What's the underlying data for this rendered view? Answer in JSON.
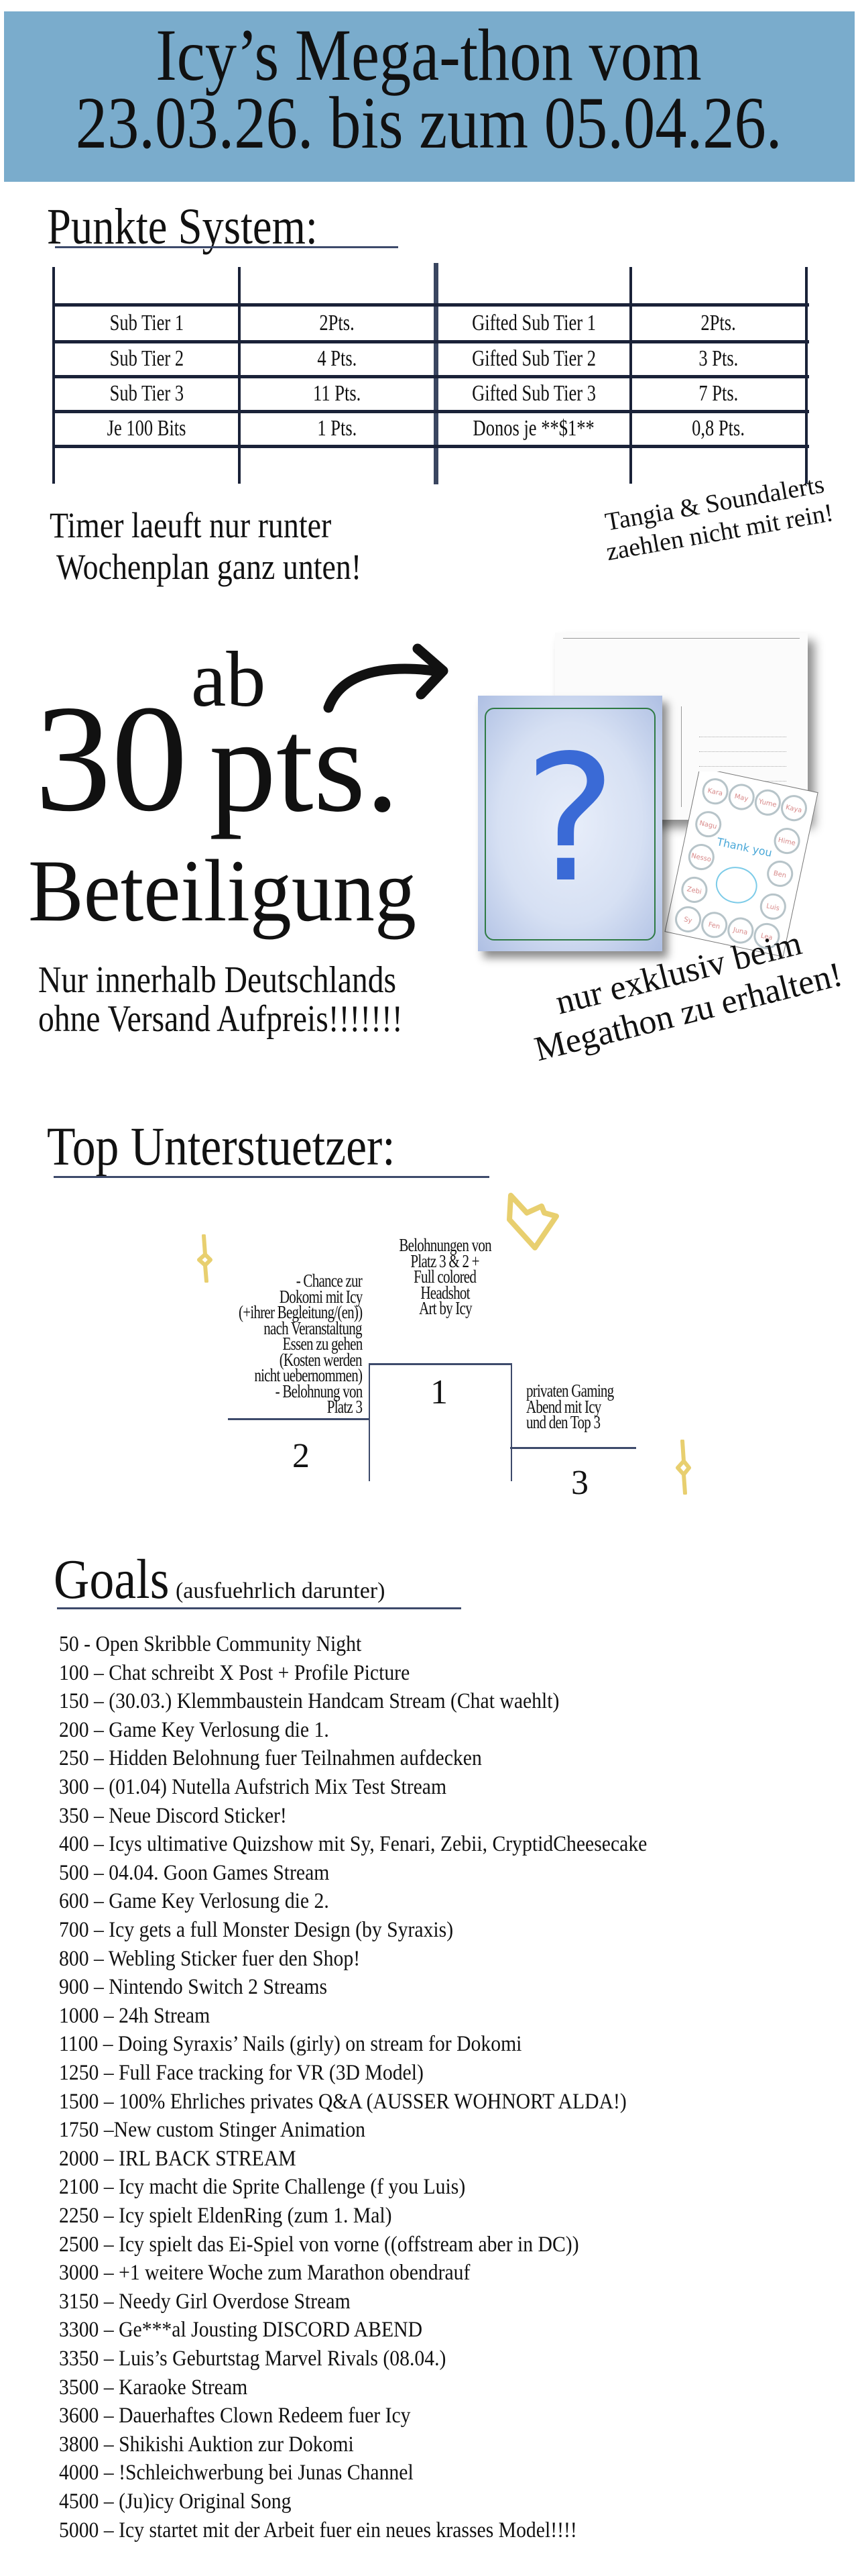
{
  "header": {
    "title_line1": "Icy’s Mega-thon vom",
    "title_line2": "23.03.26. bis zum 05.04.26.",
    "bg_color": "#7aaccc"
  },
  "points": {
    "heading": "Punkte System:",
    "rows": [
      [
        "Sub Tier 1",
        "2Pts.",
        "Gifted Sub Tier 1",
        "2Pts."
      ],
      [
        "Sub Tier 2",
        "4 Pts.",
        "Gifted Sub Tier 2",
        "3 Pts."
      ],
      [
        "Sub Tier 3",
        "11 Pts.",
        "Gifted Sub Tier 3",
        "7 Pts."
      ],
      [
        "Je 100  Bits",
        "1 Pts.",
        "Donos je **$1**",
        "0,8 Pts."
      ]
    ],
    "note_line1": "Timer laeuft nur runter",
    "note_line2": "Wochenplan ganz unten!",
    "side_note_line1": "Tangia & Soundalerts",
    "side_note_line2": "zaehlen nicht mit rein!"
  },
  "reward": {
    "prefix": "ab",
    "amount": "30",
    "unit": "pts.",
    "label": "Beteiligung",
    "shipping_line1": "Nur innerhalb Deutschlands",
    "shipping_line2": "ohne Versand Aufpreis!!!!!!!",
    "exclusive_line1": "nur exklusiv beim",
    "exclusive_line2": "Megathon zu erhalten!",
    "card_symbol": "?",
    "sticker_title": "Thank you",
    "sticker_names": [
      "Kara",
      "May",
      "Yume",
      "Kaya",
      "Nagu",
      "Hime",
      "Nesso",
      "Ben",
      "Zebi",
      "Luis",
      "Sy",
      "Fen",
      "Juna",
      "Lea"
    ]
  },
  "top_supporters": {
    "heading": "Top Unterstuetzer:",
    "place1": {
      "number": "1",
      "reward_lines": [
        "Belohnungen von",
        "Platz 3 & 2 +",
        "Full colored",
        "Headshot",
        "Art by Icy"
      ]
    },
    "place2": {
      "number": "2",
      "reward_lines": [
        "- Chance zur",
        "Dokomi mit Icy",
        "(+ihrer Begleitung/(en))",
        "nach Veranstaltung",
        "Essen zu gehen",
        "(Kosten werden",
        "nicht uebernommen)",
        "- Belohnung von",
        "Platz 3"
      ]
    },
    "place3": {
      "number": "3",
      "reward_lines": [
        "privaten Gaming",
        "Abend mit Icy",
        "und den Top 3"
      ]
    },
    "accent_color": "#e8cf6f"
  },
  "goals": {
    "heading": "Goals",
    "subheading": "(ausfuehrlich darunter)",
    "items": [
      "50 - Open Skribble Community Night",
      "100 – Chat schreibt X Post + Profile Picture",
      "150 – (30.03.) Klemmbaustein Handcam Stream (Chat waehlt)",
      "200 – Game Key Verlosung die 1.",
      "250 – Hidden Belohnung fuer Teilnahmen aufdecken",
      "300 – (01.04) Nutella Aufstrich Mix Test Stream",
      "350 – Neue Discord Sticker!",
      "400 – Icys ultimative Quizshow mit Sy, Fenari, Zebii, CryptidCheesecake",
      "500 – 04.04. Goon Games Stream",
      "600 – Game Key Verlosung die 2.",
      "700 – Icy gets a full Monster Design (by Syraxis)",
      "800 – Webling Sticker fuer den Shop!",
      "900 – Nintendo Switch 2 Streams",
      "1000 – 24h Stream",
      "1100 – Doing Syraxis’ Nails (girly) on stream for Dokomi",
      "1250 – Full Face tracking for VR (3D Model)",
      "1500 – 100% Ehrliches privates Q&A (AUSSER WOHNORT ALDA!)",
      "1750 –New custom Stinger Animation",
      "2000 – IRL BACK STREAM",
      "2100 – Icy macht die Sprite Challenge (f you Luis)",
      "2250 – Icy spielt EldenRing (zum 1. Mal)",
      "2500 – Icy spielt das Ei-Spiel von vorne ((offstream aber in DC))",
      "3000 – +1 weitere Woche zum Marathon obendrauf",
      "3150 – Needy Girl Overdose Stream",
      "3300 – Ge***al Jousting DISCORD ABEND",
      "3350 – Luis’s Geburtstag Marvel Rivals (08.04.)",
      "3500 – Karaoke Stream",
      "3600 – Dauerhaftes Clown Redeem fuer Icy",
      "3800 –  Shikishi Auktion zur Dokomi",
      "4000 – !Schleichwerbung bei Junas Channel",
      "4500 – (Ju)icy Original Song",
      "5000 – Icy startet mit der Arbeit fuer ein neues krasses Model!!!!"
    ]
  }
}
